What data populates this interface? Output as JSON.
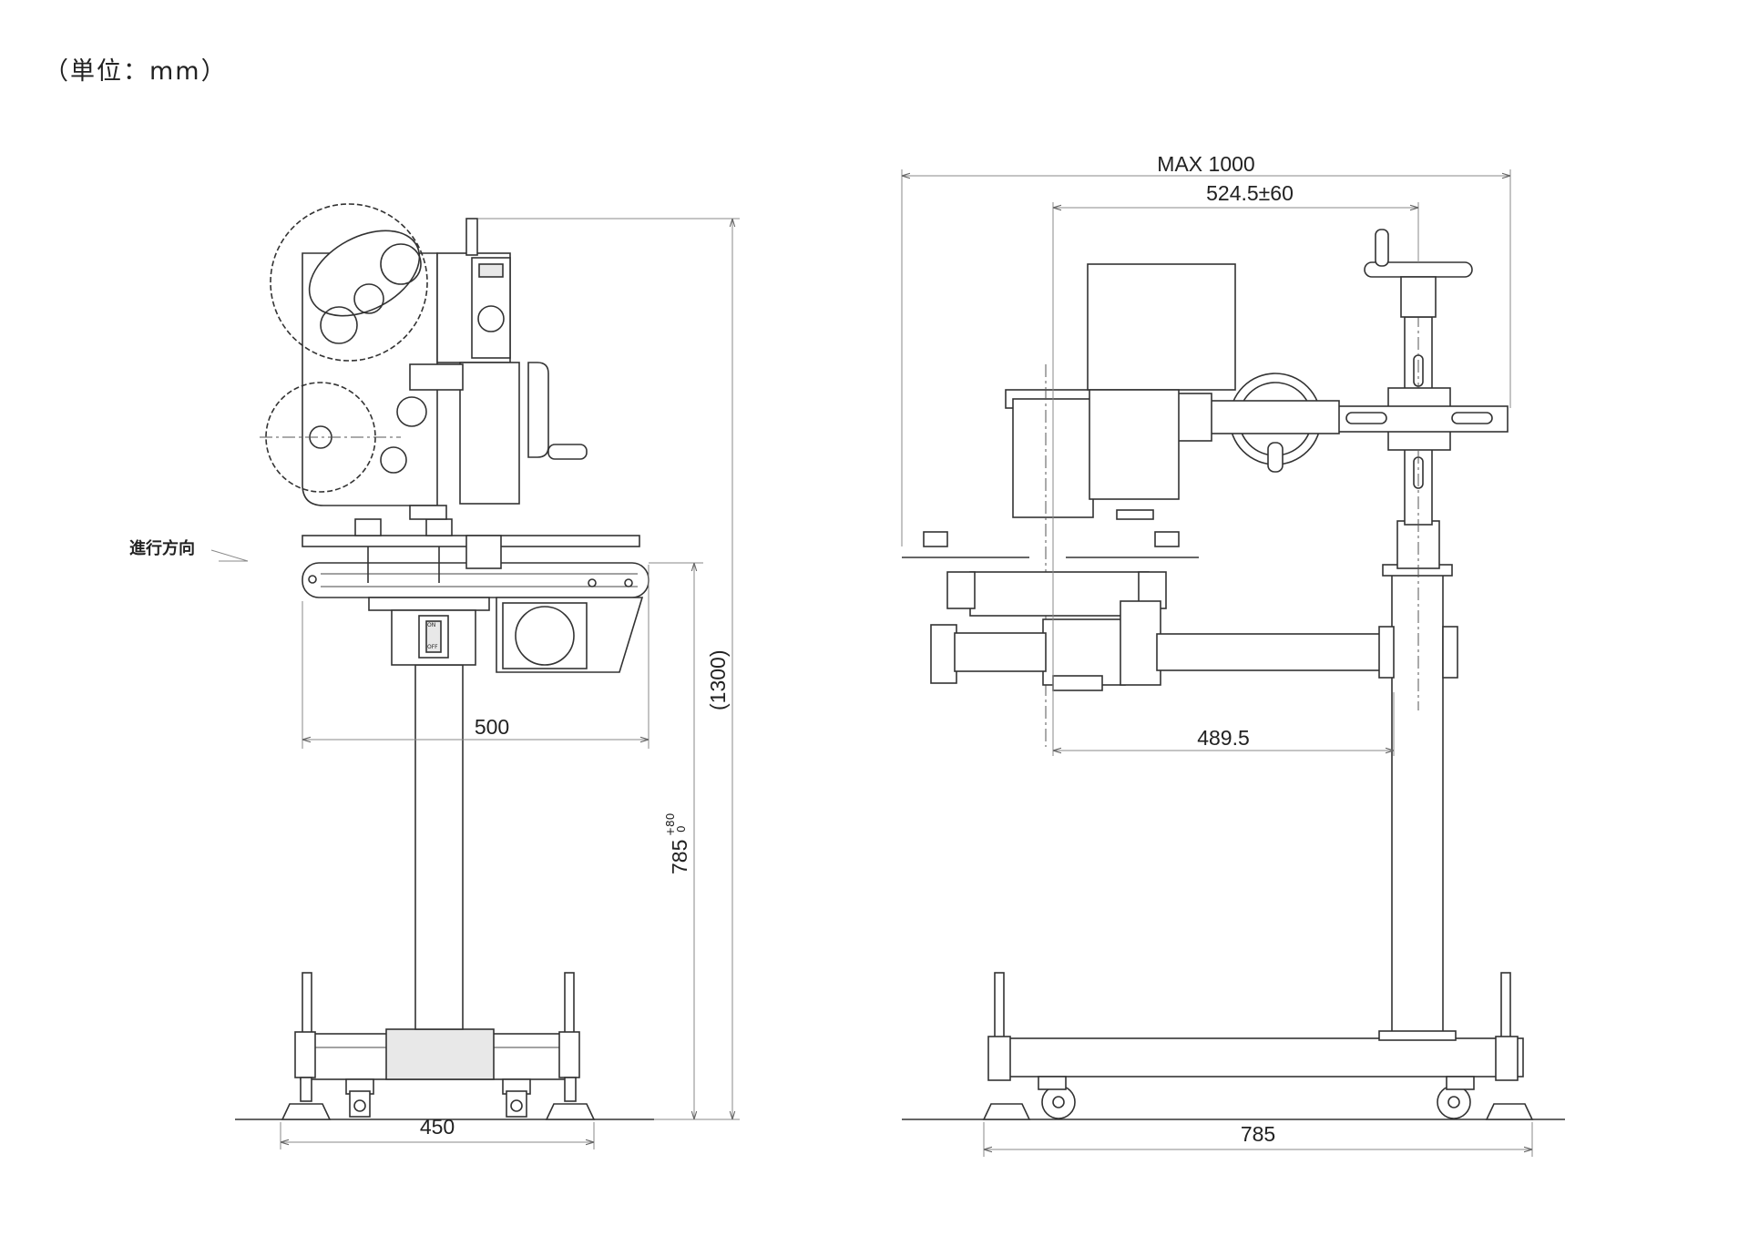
{
  "unit_label": "（単位：mm）",
  "direction_label": "進行方向",
  "dimensions": {
    "front_width_500": "500",
    "front_base_450": "450",
    "front_height_785": "785",
    "tol_upper": "+80",
    "tol_lower": "0",
    "overall_height": "(1300)",
    "side_max": "MAX 1000",
    "side_offset": "524.5±60",
    "side_arm": "489.5",
    "side_base": "785"
  },
  "switch": {
    "on": "ON",
    "off": "OFF"
  }
}
